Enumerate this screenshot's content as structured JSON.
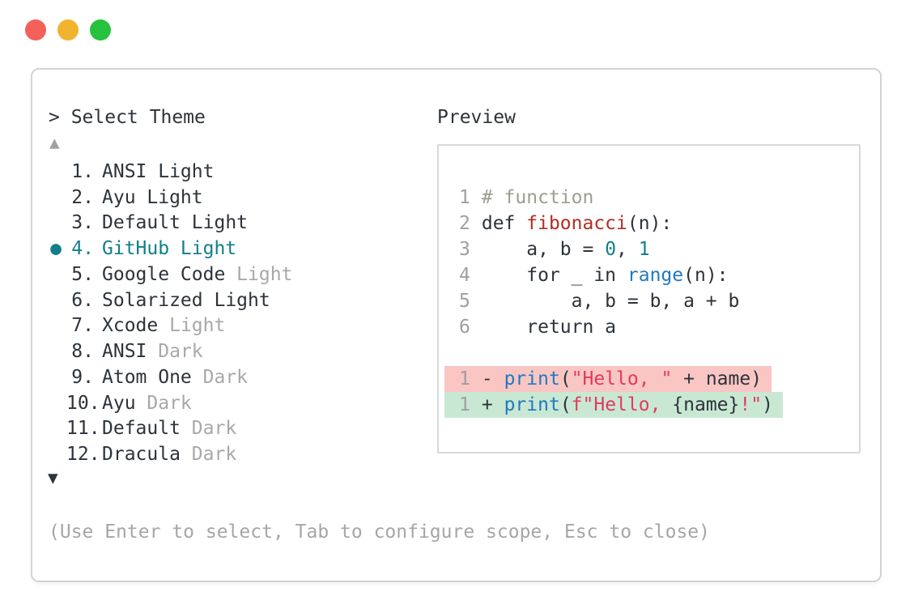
{
  "colors": {
    "traffic_red": "#f4605a",
    "traffic_yellow": "#f0b42e",
    "traffic_green": "#26c23e",
    "accent_teal": "#117e8a",
    "syntax_blue": "#2079c0",
    "syntax_function_red": "#b02e24",
    "syntax_string": "#e23a5c",
    "syntax_comment": "#9aa08e",
    "muted_gray": "#a8a8a8",
    "diff_removed_bg": "#f9c6c4",
    "diff_added_bg": "#c9e8d4"
  },
  "header": {
    "title": "> Select Theme"
  },
  "theme_list": {
    "scroll_up": "▲",
    "scroll_down": "▼",
    "items": [
      {
        "num": "1.",
        "marker": "",
        "name": "ANSI Light",
        "suffix": ""
      },
      {
        "num": "2.",
        "marker": "",
        "name": "Ayu Light",
        "suffix": ""
      },
      {
        "num": "3.",
        "marker": "",
        "name": "Default Light",
        "suffix": ""
      },
      {
        "num": "4.",
        "marker": "●",
        "name": "GitHub Light",
        "suffix": ""
      },
      {
        "num": "5.",
        "marker": "",
        "name": "Google Code ",
        "suffix": "Light"
      },
      {
        "num": "6.",
        "marker": "",
        "name": "Solarized Light",
        "suffix": ""
      },
      {
        "num": "7.",
        "marker": "",
        "name": "Xcode ",
        "suffix": "Light"
      },
      {
        "num": "8.",
        "marker": "",
        "name": "ANSI ",
        "suffix": "Dark"
      },
      {
        "num": "9.",
        "marker": "",
        "name": "Atom One ",
        "suffix": "Dark"
      },
      {
        "num": "10.",
        "marker": "",
        "name": "Ayu ",
        "suffix": "Dark"
      },
      {
        "num": "11.",
        "marker": "",
        "name": "Default ",
        "suffix": "Dark"
      },
      {
        "num": "12.",
        "marker": "",
        "name": "Dracula ",
        "suffix": "Dark"
      }
    ]
  },
  "preview": {
    "title": "Preview",
    "lines": [
      {
        "gutter": "1",
        "comment": "# function"
      },
      {
        "gutter": "2",
        "p1": "def ",
        "func": "fibonacci",
        "p2": "(n):"
      },
      {
        "gutter": "3",
        "p1": "    a, b = ",
        "n1": "0",
        "p2": ", ",
        "n2": "1"
      },
      {
        "gutter": "4",
        "p1": "    for _ in ",
        "builtin": "range",
        "p2": "(n):"
      },
      {
        "gutter": "5",
        "p1": "        a, b = b, a + b"
      },
      {
        "gutter": "6",
        "p1": "    return a"
      }
    ],
    "diff": {
      "removed": {
        "gutter": "1",
        "sign": "- ",
        "func": "print",
        "open": "(",
        "str": "\"Hello, \"",
        "rest": " + name)"
      },
      "added": {
        "gutter": "1",
        "sign": "+ ",
        "func": "print",
        "open": "(",
        "str1": "f\"Hello, ",
        "expr": "{name}",
        "str2": "!\"",
        "close": ")"
      }
    }
  },
  "footer": {
    "help": "(Use Enter to select, Tab to configure scope, Esc to close)"
  }
}
